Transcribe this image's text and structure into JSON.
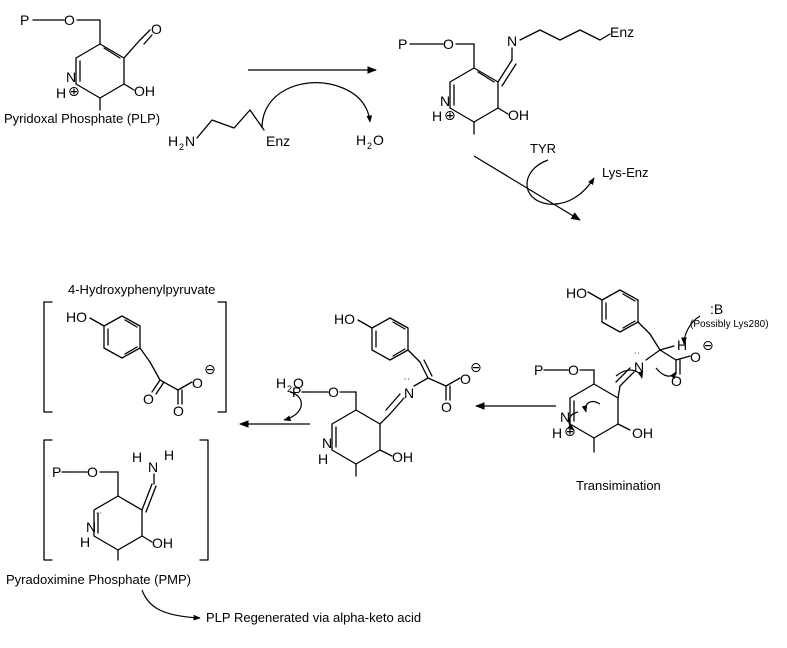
{
  "compounds": {
    "plp": {
      "name": "Pyridoxal Phosphate (PLP)"
    },
    "hpp": {
      "name": "4-Hydroxyphenylpyruvate"
    },
    "pmp": {
      "name": "Pyradoximine Phosphate (PMP)"
    }
  },
  "reagents": {
    "tyr": "TYR",
    "lys_enz": "Lys-Enz",
    "enz": "Enz",
    "h2o_1": "H2O",
    "h2o_2": "H2O",
    "base": ":B",
    "base_note": "(Possibly Lys280)"
  },
  "labels": {
    "transimination": "Transimination",
    "regenerated": "PLP Regenerated via alpha-keto acid"
  },
  "atoms": {
    "P": "P",
    "O": "O",
    "OH": "OH",
    "HO": "HO",
    "H": "H",
    "N": "N",
    "Ndot": "N",
    "H2N": "H",
    "Enz": "Enz",
    "charge_plus": "⊕",
    "charge_minus": "⊖"
  }
}
